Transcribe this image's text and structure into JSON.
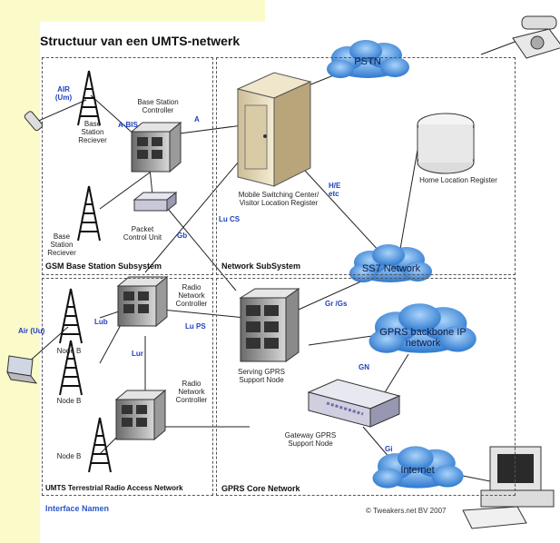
{
  "title": "Structuur van een UMTS-netwerk",
  "regions": {
    "gsm": "GSM Base Station Subsystem",
    "nss": "Network SubSystem",
    "utran": "UMTS Terrestrial Radio Access Network",
    "gprs": "GPRS Core Network"
  },
  "components": {
    "bts": "Base Station Reciever",
    "bts2": "Base Station Reciever",
    "bsc": "Base Station Controller",
    "pcu": "Packet Control Unit",
    "msc": "Mobile Switching Center/ Visitor Location Register",
    "hlr": "Home Location Register",
    "rnc1": "Radio Network Controller",
    "rnc2": "Radio Network Controller",
    "nodeb1": "Node B",
    "nodeb2": "Node B",
    "nodeb3": "Node B",
    "sgsn": "Serving GPRS Support Node",
    "ggsn": "Gateway GPRS Support Node"
  },
  "clouds": {
    "pstn": "PSTN",
    "ss7": "SS7 Network",
    "gprs_backbone": "GPRS backbone IP network",
    "internet": "Internet"
  },
  "interfaces": {
    "air_um": "AIR (Um)",
    "abis": "A-BIS",
    "a": "A",
    "he": "H/E etc",
    "lucs": "Lu CS",
    "gb": "Gb",
    "grgs": "Gr /Gs",
    "air_uu": "Air (Uu)",
    "lub": "Lub",
    "lups": "Lu PS",
    "lur": "Lur",
    "gn": "GN",
    "gi": "Gi"
  },
  "interface_heading": "Interface Namen",
  "copyright": "© Tweakers.net BV 2007",
  "colors": {
    "cloud": "#3a86d8",
    "cloud_light": "#8fc3f4",
    "interface_text": "#1f3fbf",
    "accent_yellow": "#fbfbc9"
  }
}
